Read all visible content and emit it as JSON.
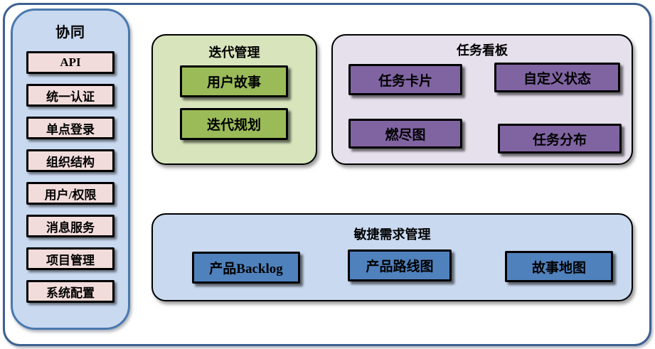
{
  "sidebar": {
    "title": "协同",
    "items": [
      "API",
      "统一认证",
      "单点登录",
      "组织结构",
      "用户/权限",
      "消息服务",
      "项目管理",
      "系统配置"
    ]
  },
  "groups": {
    "iteration": {
      "title": "迭代管理",
      "items": [
        "用户故事",
        "迭代规划"
      ]
    },
    "kanban": {
      "title": "任务看板",
      "items": [
        "任务卡片",
        "自定义状态",
        "燃尽图",
        "任务分布"
      ]
    },
    "agile": {
      "title": "敏捷需求管理",
      "items": [
        "产品Backlog",
        "产品路线图",
        "故事地图"
      ]
    }
  },
  "colors": {
    "frame_border": "#3E6190",
    "sidebar_fill": "#C9D9F0",
    "sidebar_border": "#4A79AE",
    "sidebar_item_fill": "#F2DCDB",
    "iteration_container_fill": "#D7E4BC",
    "iteration_item_fill": "#9BBB59",
    "kanban_container_fill": "#E6E0EC",
    "kanban_item_fill": "#8064A2",
    "agile_container_fill": "#C9D9F0",
    "agile_item_fill": "#4F81BD",
    "box_border": "#000000"
  }
}
